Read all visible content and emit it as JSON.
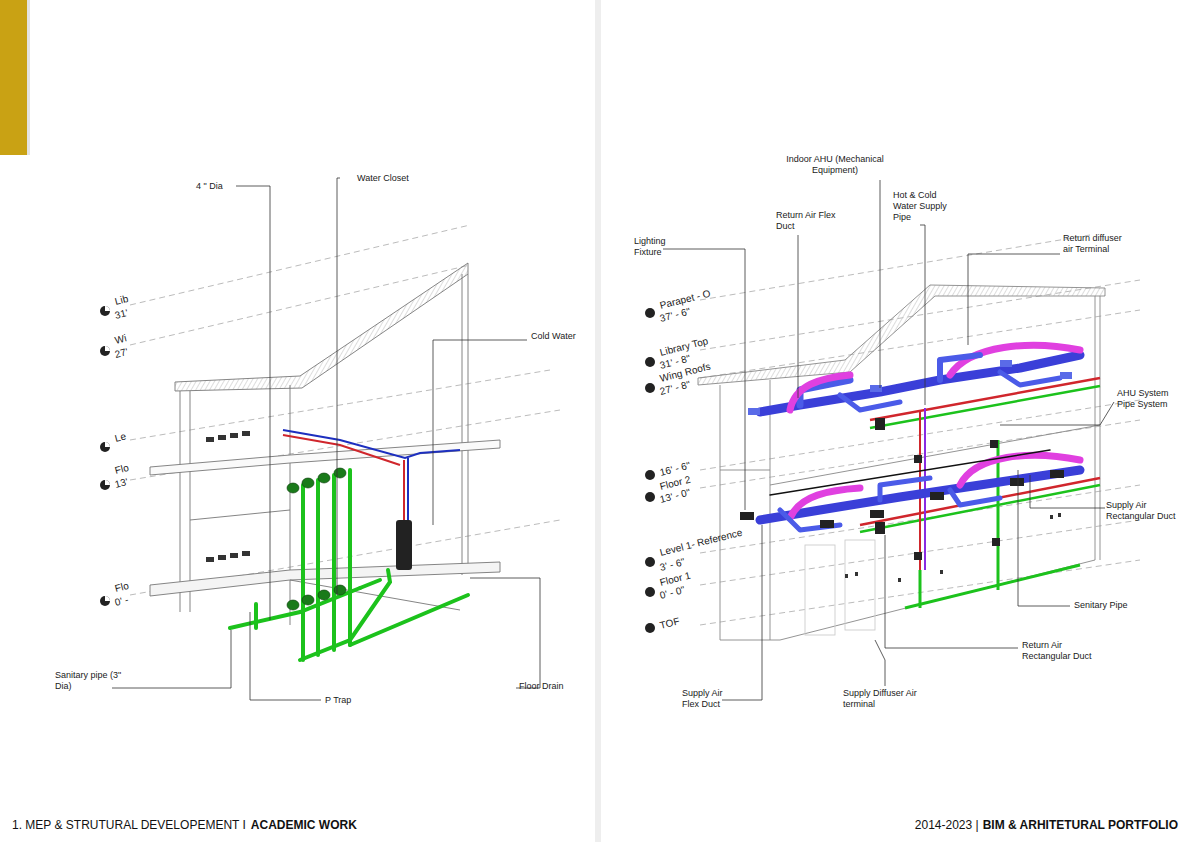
{
  "diagram": {
    "labels": [
      "4 \" Dia",
      "Water Closet",
      "Cold Water",
      "Sanitary pipe (3\" Dia)",
      "P Trap",
      "Floor Drain",
      "Lib",
      "31'",
      "Wi",
      "27'",
      "Le",
      "Flo",
      "13'",
      "Flo",
      "0' -",
      "Indoor AHU (Mechanical Equipment)",
      "Hot & Cold Water Supply Pipe",
      "Return Air Flex Duct",
      "Lighting Fixture",
      "Return diffuser air Terminal",
      "AHU System Pipe System",
      "Supply Air Rectangular Duct",
      "Senitary Pipe",
      "Return Air Rectangular Duct",
      "Supply Diffuser Air terminal",
      "Supply Air Flex Duct",
      "Parapet - O",
      "37' - 6\"",
      "Library Top",
      "31' - 8\"",
      "Wing Roofs",
      "27' - 8\"",
      "16' - 6\"",
      "Floor 2",
      "13' - 0\"",
      "Level 1- Reference",
      "3' - 6\"",
      "Floor 1",
      "0' - 0\"",
      "TOF",
      "1. MEP & STRUTURAL DEVELOPEMENT I",
      "ACADEMIC WORK",
      "2014-2023 |",
      "BIM & ARHITETURAL PORTFOLIO"
    ]
  }
}
